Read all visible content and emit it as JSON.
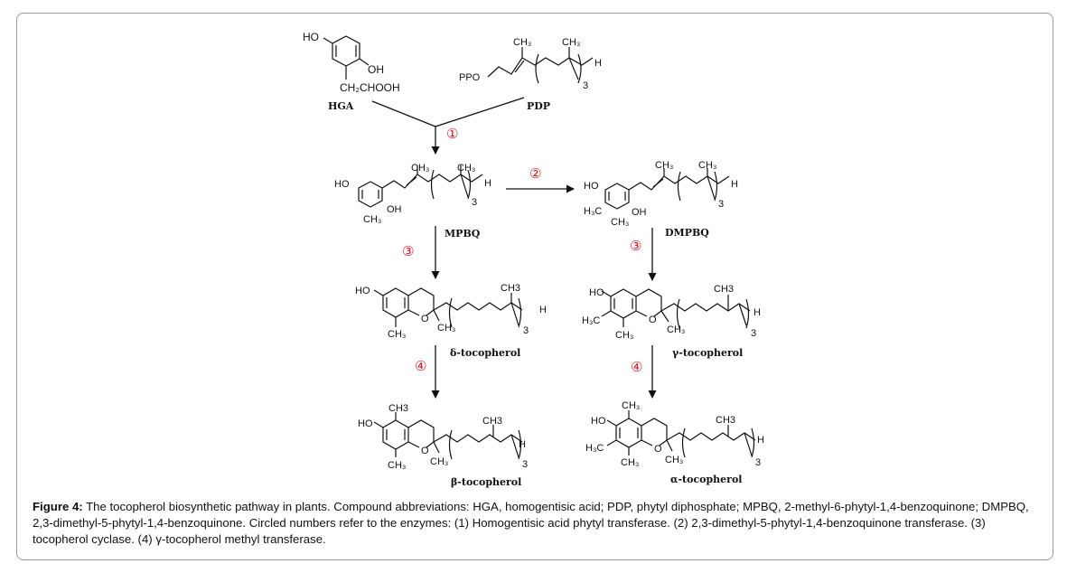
{
  "figure": {
    "caption_label": "Figure 4:",
    "caption_text": "The tocopherol biosynthetic pathway in plants. Compound abbreviations: HGA, homogentisic acid; PDP, phytyl diphosphate; MPBQ, 2-methyl-6-phytyl-1,4-benzoquinone; DMPBQ, 2,3-dimethyl-5-phytyl-1,4-benzoquinone. Circled numbers refer to the enzymes: (1) Homogentisic acid phytyl transferase. (2) 2,3-dimethyl-5-phytyl-1,4-benzoquinone transferase. (3) tocopherol cyclase. (4) γ-tocopherol methyl transferase."
  },
  "compounds": {
    "hga": "HGA",
    "pdp": "PDP",
    "mpbq": "MPBQ",
    "dmpbq": "DMPBQ",
    "delta": "δ-tocopherol",
    "gamma": "γ-tocopherol",
    "beta": "β-tocopherol",
    "alpha": "α-tocopherol"
  },
  "labels": {
    "ho": "HO",
    "oh": "OH",
    "o": "O",
    "h": "H",
    "ppo": "PPO",
    "ch2chooh": "CH₂CHOOH",
    "ch3": "CH₃",
    "ch3_plain": "CH3",
    "h3c": "H₃C",
    "sub3": "3"
  },
  "enzymes": {
    "e1": "①",
    "e2": "②",
    "e3": "③",
    "e4": "④"
  }
}
